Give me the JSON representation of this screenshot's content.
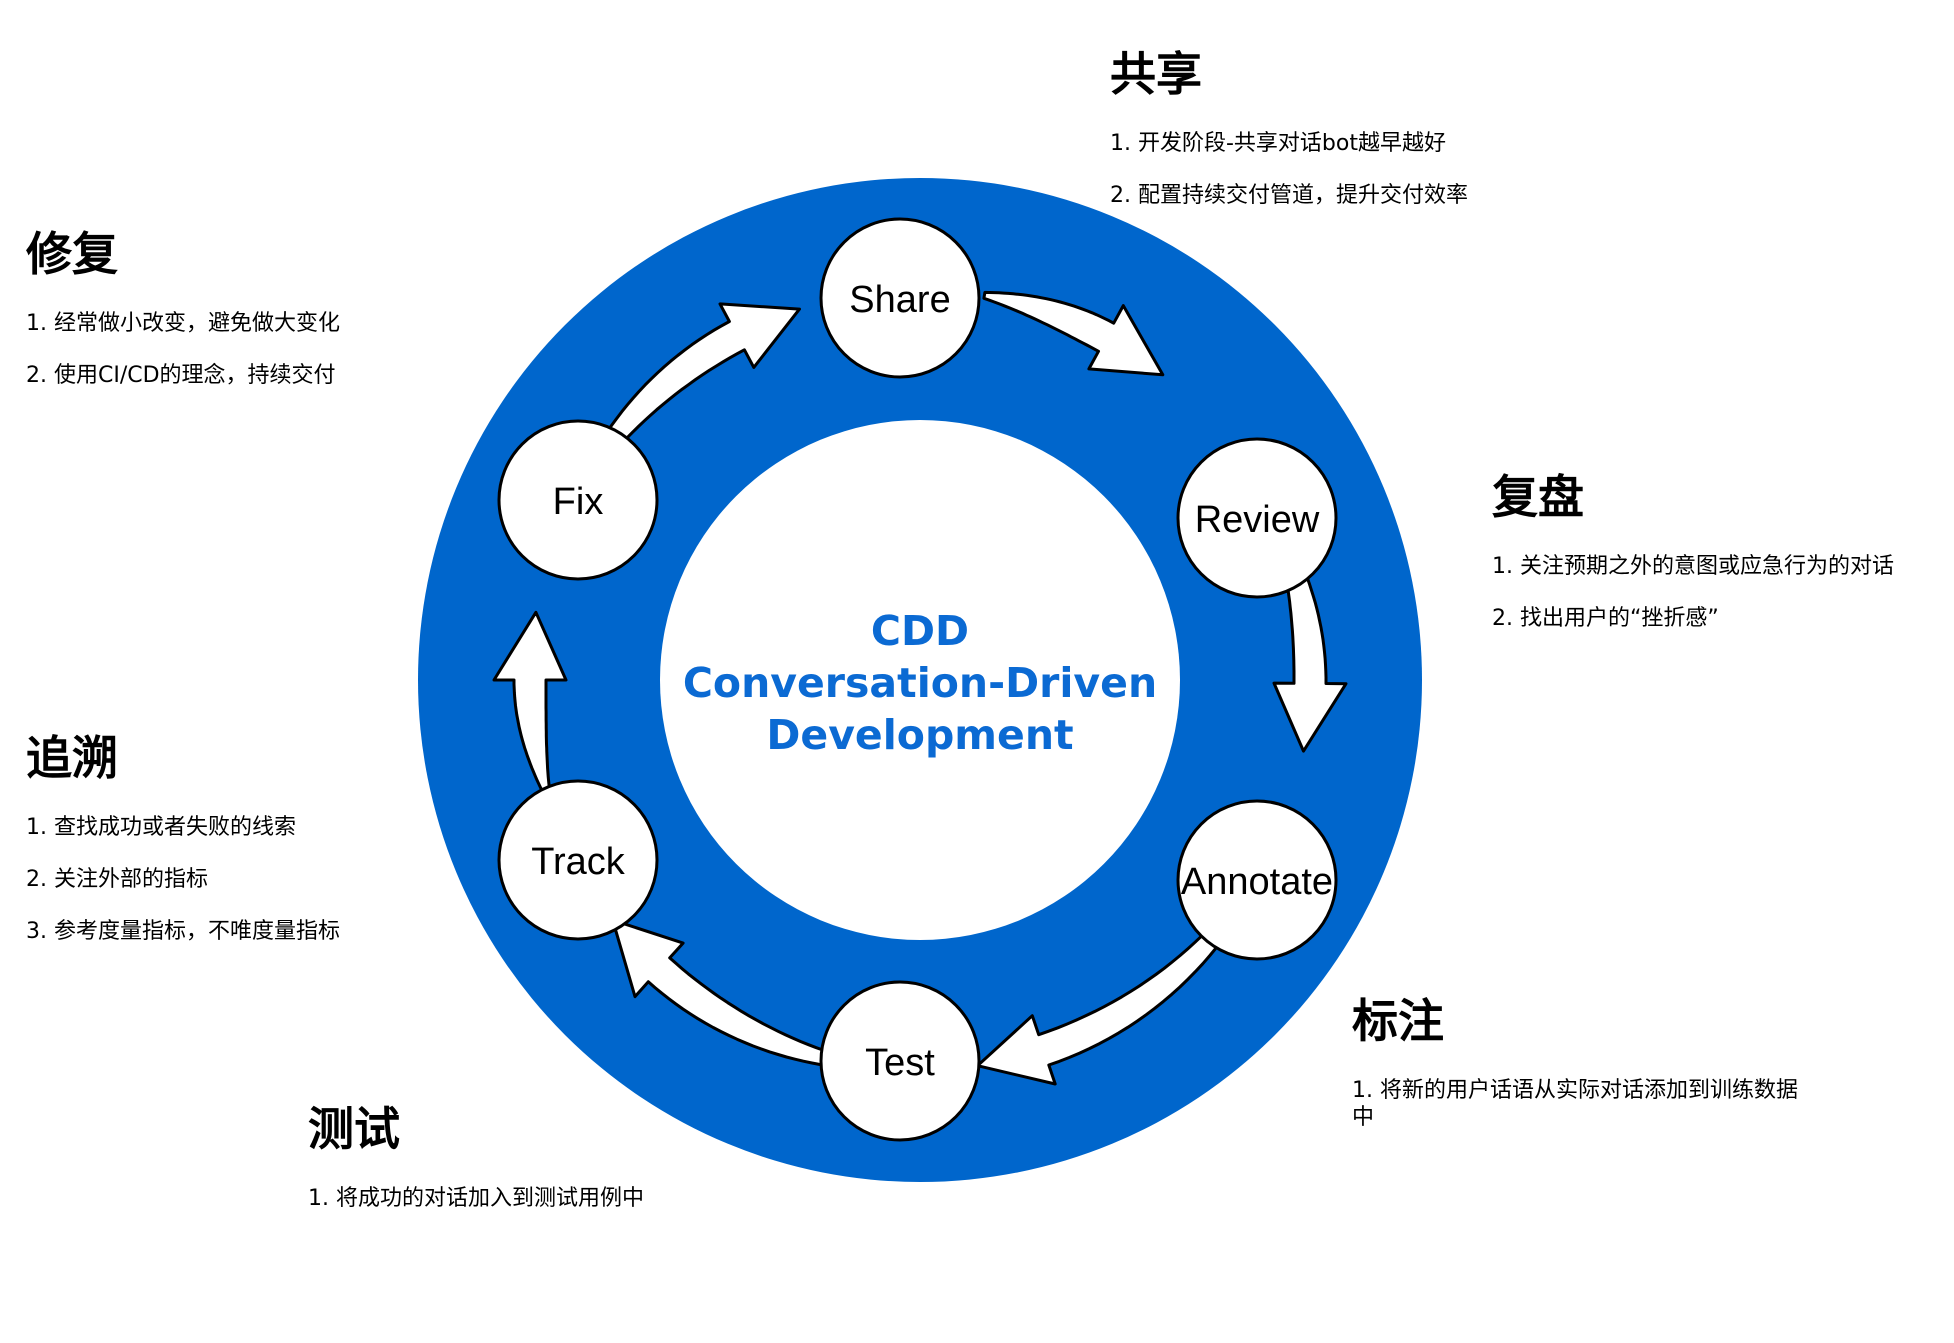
{
  "center": {
    "line1": "CDD",
    "line2": "Conversation-Driven",
    "line3": "Development"
  },
  "nodes": {
    "share": "Share",
    "review": "Review",
    "annotate": "Annotate",
    "test": "Test",
    "track": "Track",
    "fix": "Fix"
  },
  "sections": {
    "share": {
      "title": "共享",
      "items": [
        "1. 开发阶段-共享对话bot越早越好",
        "2. 配置持续交付管道，提升交付效率"
      ]
    },
    "fix": {
      "title": "修复",
      "items": [
        "1. 经常做小改变，避免做大变化",
        "2. 使用CI/CD的理念，持续交付"
      ]
    },
    "review": {
      "title": "复盘",
      "items": [
        "1. 关注预期之外的意图或应急行为的对话",
        "2. 找出用户的“挫折感”"
      ]
    },
    "track": {
      "title": "追溯",
      "items": [
        "1. 查找成功或者失败的线索",
        "2. 关注外部的指标",
        "3. 参考度量指标，不唯度量指标"
      ]
    },
    "annotate": {
      "title": "标注",
      "items": [
        "1. 将新的用户话语从实际对话添加到训练数据中"
      ]
    },
    "test": {
      "title": "测试",
      "items": [
        "1. 将成功的对话加入到测试用例中"
      ]
    }
  },
  "colors": {
    "ring": "#0066cc",
    "center_text": "#0b6ad3",
    "node_fill": "#ffffff",
    "stroke": "#000000"
  }
}
